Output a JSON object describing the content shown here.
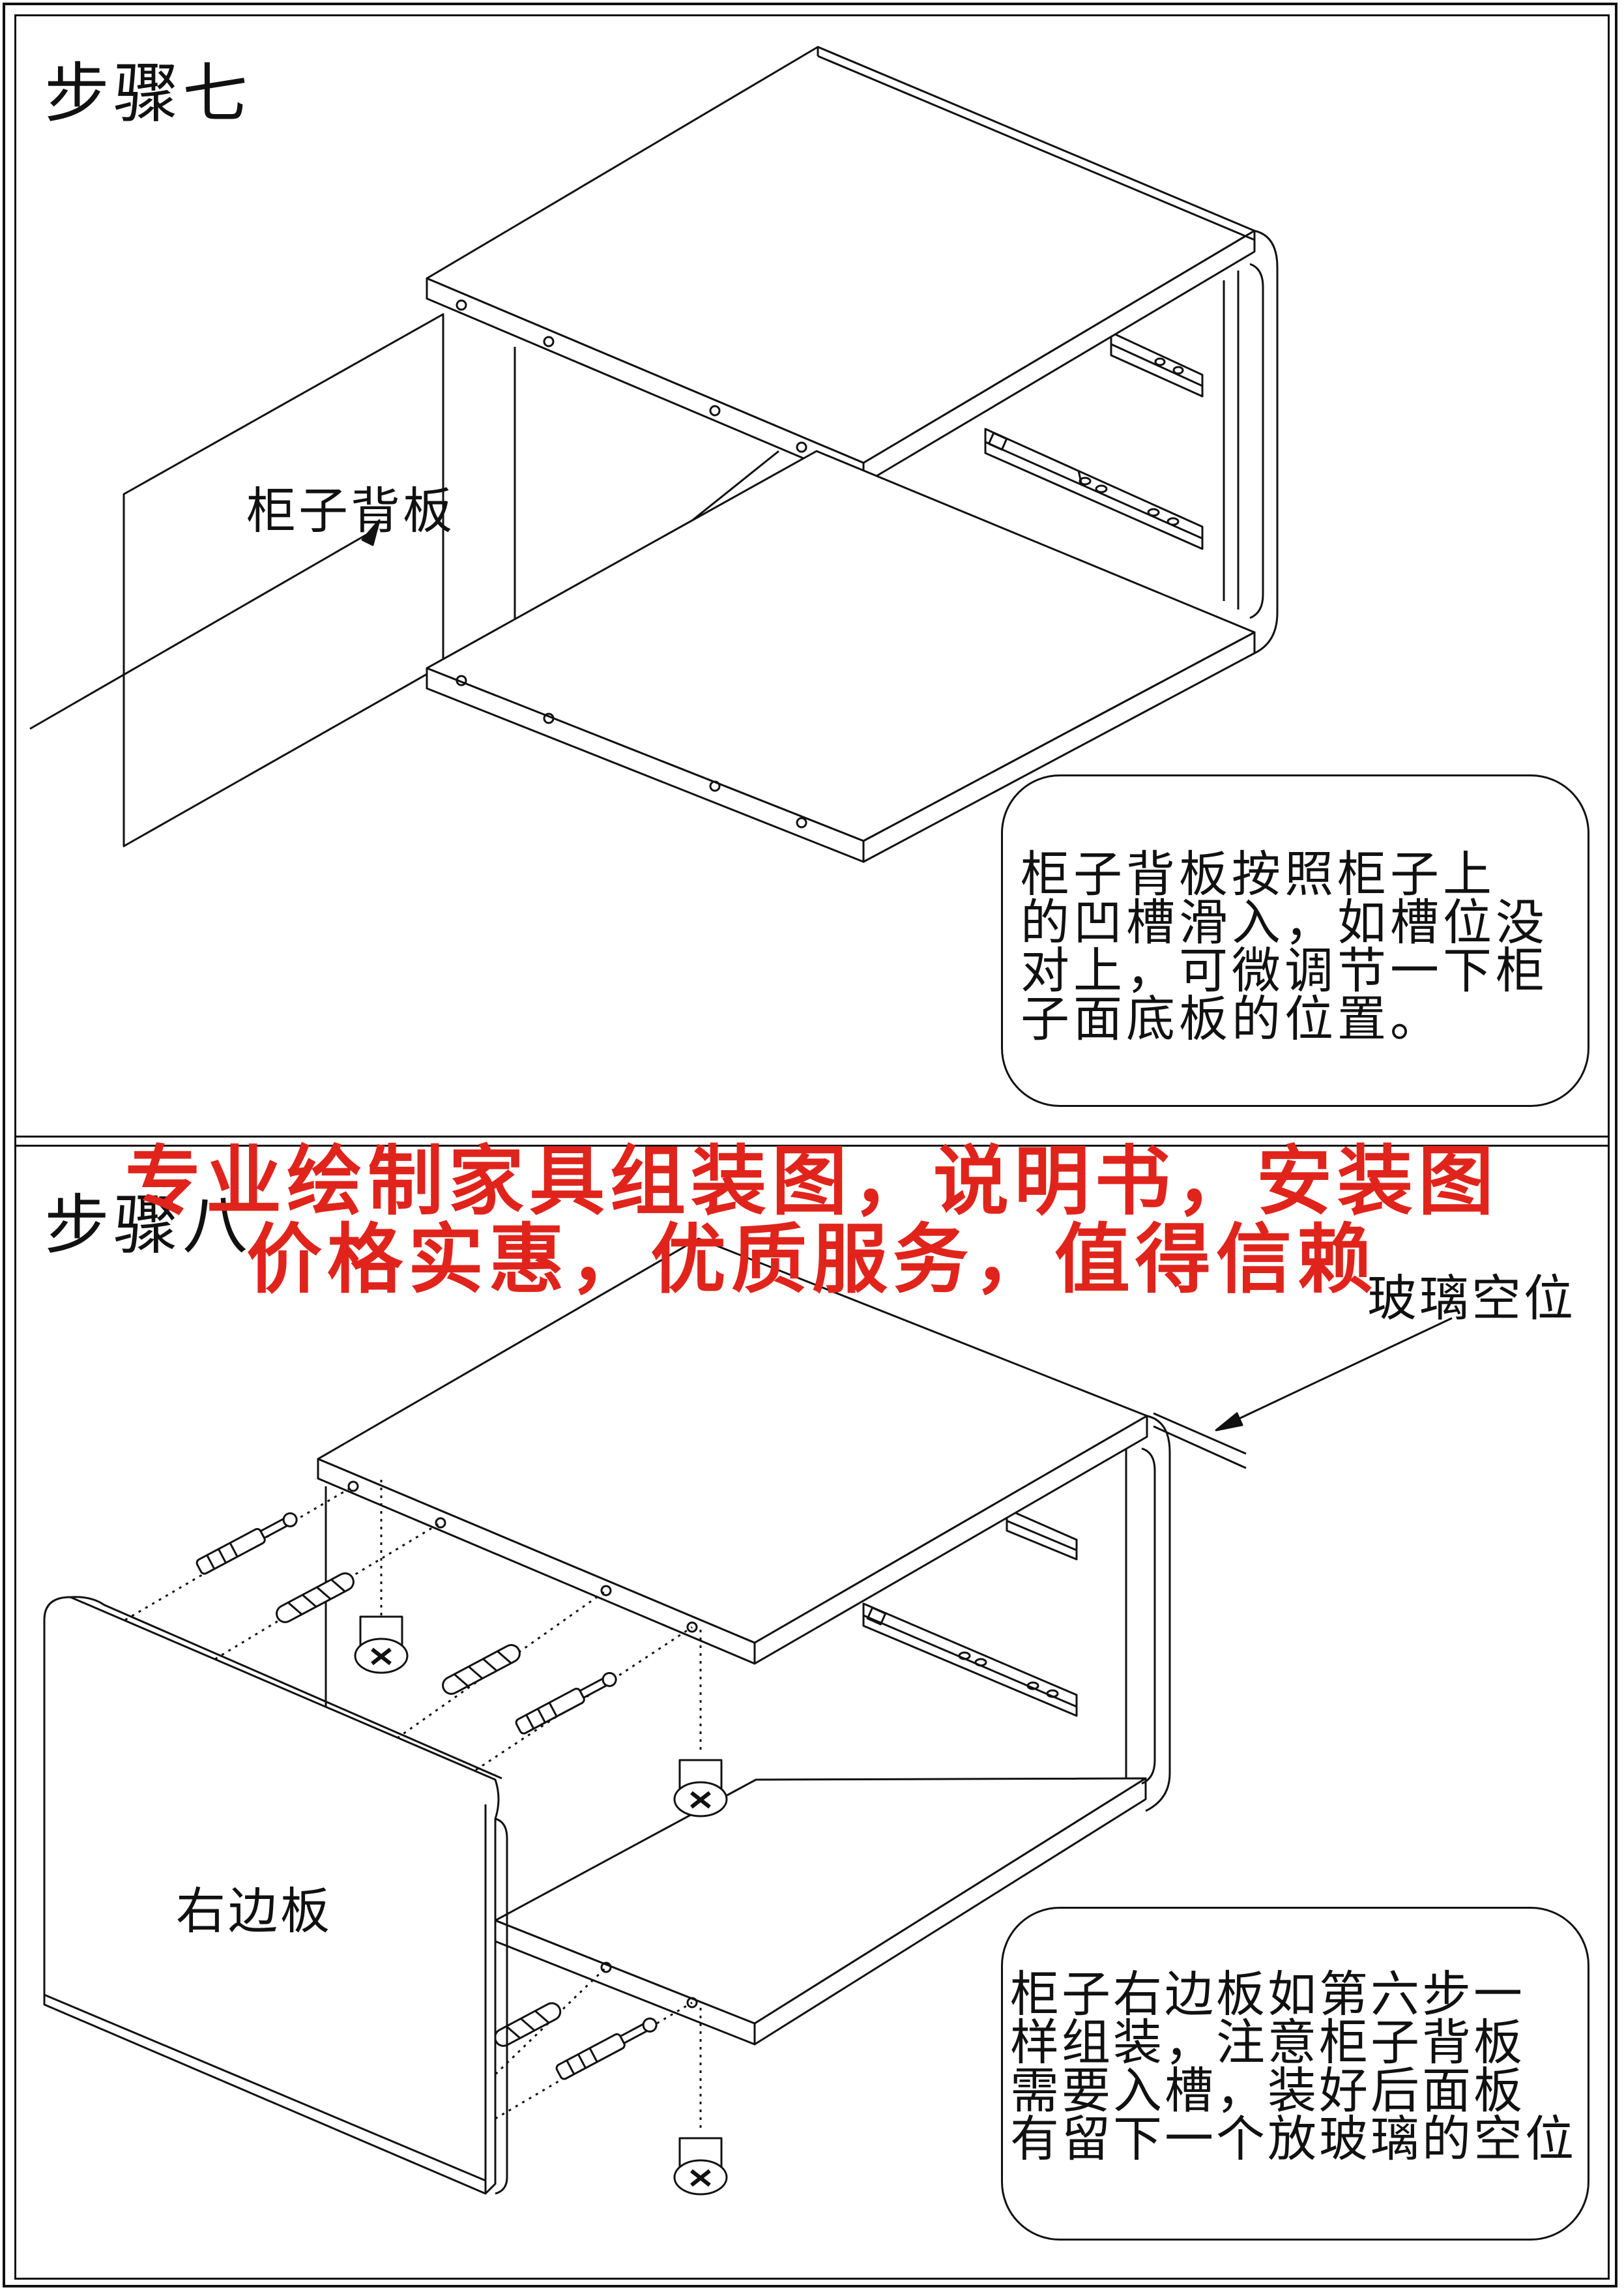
{
  "steps": [
    {
      "title": "步骤七",
      "labels": {
        "back_panel": "柜子背板"
      },
      "note": [
        "柜子背板按照柜子上",
        "的凹槽滑入，如槽位没",
        "对上，可微调节一下柜",
        "子面底板的位置。"
      ]
    },
    {
      "title": "步骤八",
      "labels": {
        "glass_gap": "玻璃空位",
        "right_panel": "右边板"
      },
      "note": [
        "柜子右边板如第六步一",
        "样组装，注意柜子背板",
        "需要入槽，装好后面板",
        "有留下一个放玻璃的空位"
      ]
    }
  ],
  "watermark": {
    "line1": "专业绘制家具组装图，说明书，安装图",
    "line2": "价格实惠，优质服务，值得信赖",
    "color": "#e0241c"
  }
}
